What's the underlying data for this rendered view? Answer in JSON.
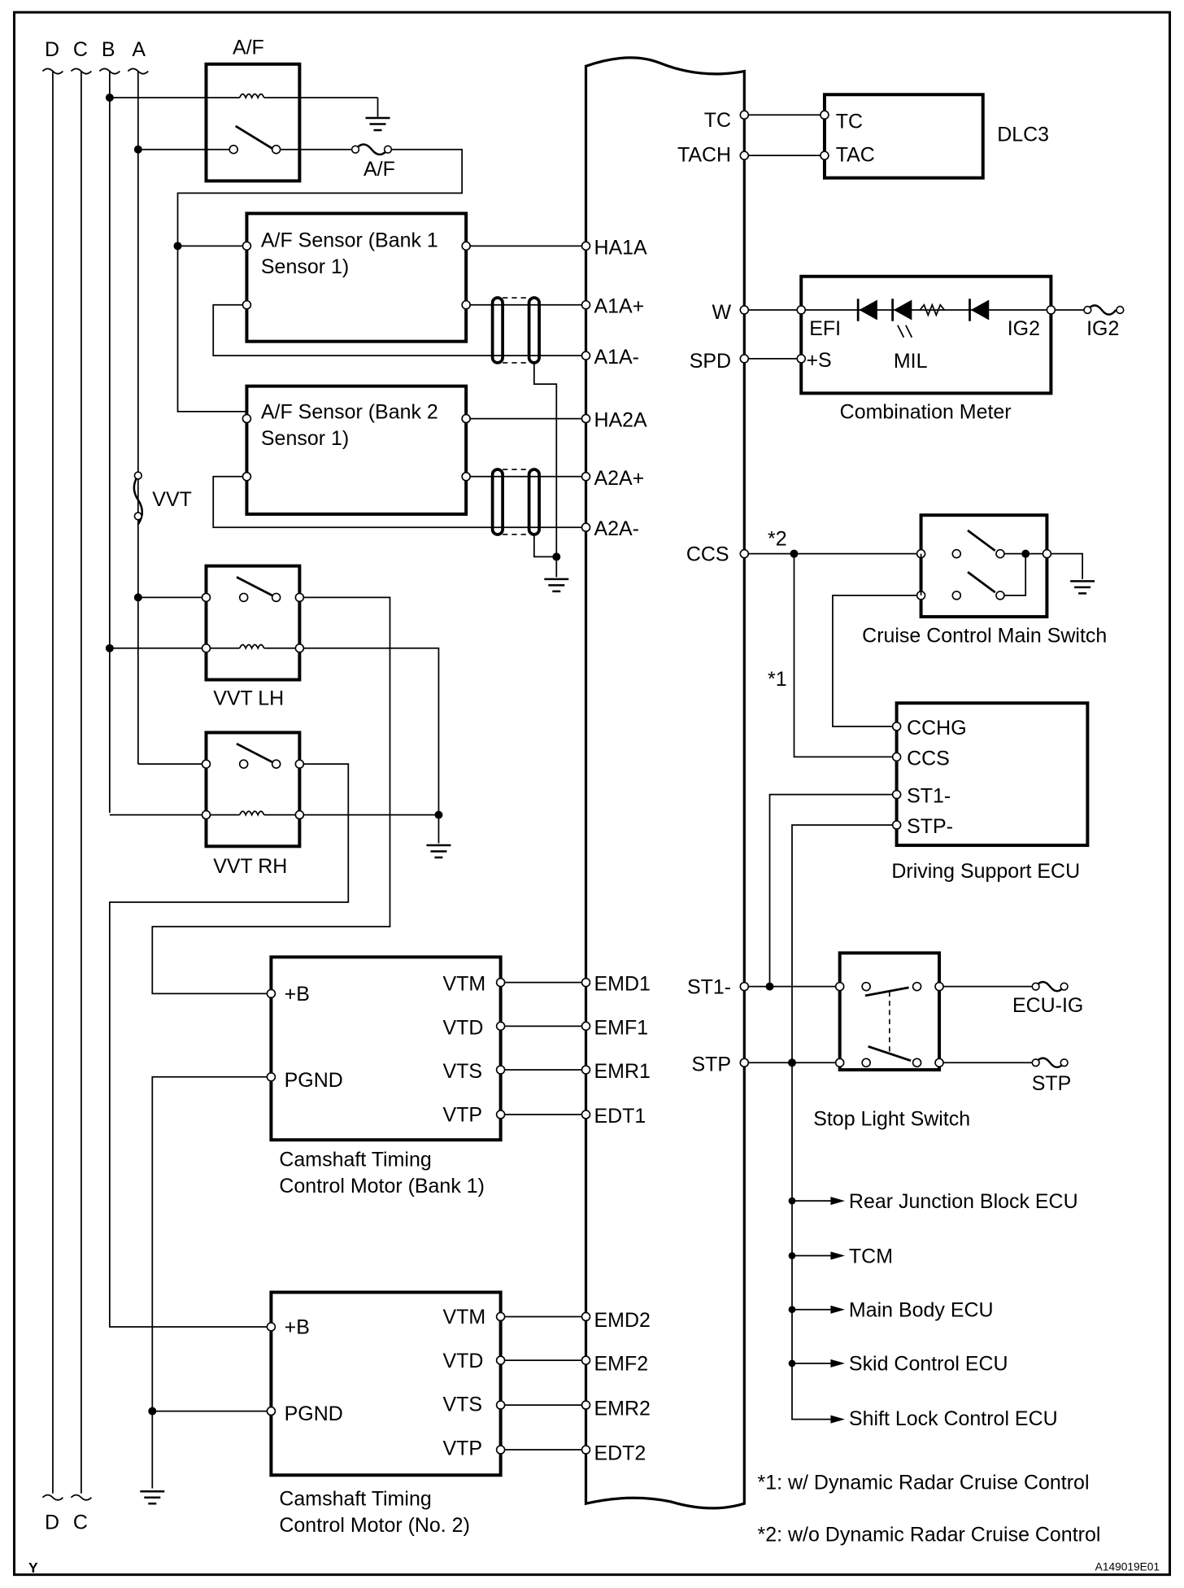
{
  "bus_labels": {
    "top": [
      "D",
      "C",
      "B",
      "A"
    ],
    "bottom": [
      "D",
      "C"
    ]
  },
  "relay_af": {
    "title": "A/F",
    "fuse": "A/F"
  },
  "fuse_vvt": "VVT",
  "af_sensor_1": {
    "line1": "A/F Sensor (Bank 1",
    "line2": "Sensor 1)"
  },
  "af_sensor_2": {
    "line1": "A/F Sensor (Bank 2",
    "line2": "Sensor 1)"
  },
  "relay_vvt_lh": "VVT LH",
  "relay_vvt_rh": "VVT RH",
  "ecm_left_pins": [
    "HA1A",
    "A1A+",
    "A1A-",
    "HA2A",
    "A2A+",
    "A2A-",
    "EMD1",
    "EMF1",
    "EMR1",
    "EDT1",
    "EMD2",
    "EMF2",
    "EMR2",
    "EDT2"
  ],
  "ecm_right_pins": [
    "TC",
    "TACH",
    "W",
    "SPD",
    "CCS",
    "ST1-",
    "STP"
  ],
  "motor_1": {
    "pins_left": [
      "+B",
      "PGND"
    ],
    "pins_right": [
      "VTM",
      "VTD",
      "VTS",
      "VTP"
    ],
    "caption1": "Camshaft Timing",
    "caption2": "Control Motor (Bank 1)"
  },
  "motor_2": {
    "pins_left": [
      "+B",
      "PGND"
    ],
    "pins_right": [
      "VTM",
      "VTD",
      "VTS",
      "VTP"
    ],
    "caption1": "Camshaft Timing",
    "caption2": "Control Motor (No. 2)"
  },
  "dlc3": {
    "title": "DLC3",
    "pins": [
      "TC",
      "TAC"
    ]
  },
  "combination_meter": {
    "title": "Combination Meter",
    "pins": [
      "EFI",
      "+S",
      "IG2"
    ],
    "lamp": "MIL",
    "fuse": "IG2"
  },
  "cruise_switch": {
    "title": "Cruise Control Main Switch"
  },
  "driving_support_ecu": {
    "title": "Driving Support ECU",
    "pins": [
      "CCHG",
      "CCS",
      "ST1-",
      "STP-"
    ]
  },
  "stop_light_switch": {
    "title": "Stop Light Switch",
    "fuse_top": "ECU-IG",
    "fuse_bottom": "STP"
  },
  "notes_marks": {
    "n1": "*1",
    "n2": "*2"
  },
  "outputs": [
    "Rear Junction Block ECU",
    "TCM",
    "Main Body ECU",
    "Skid Control ECU",
    "Shift Lock Control ECU"
  ],
  "footnotes": [
    "*1: w/ Dynamic Radar Cruise Control",
    "*2: w/o Dynamic Radar Cruise Control"
  ],
  "corner_label": "Y",
  "figure_id": "A149019E01"
}
